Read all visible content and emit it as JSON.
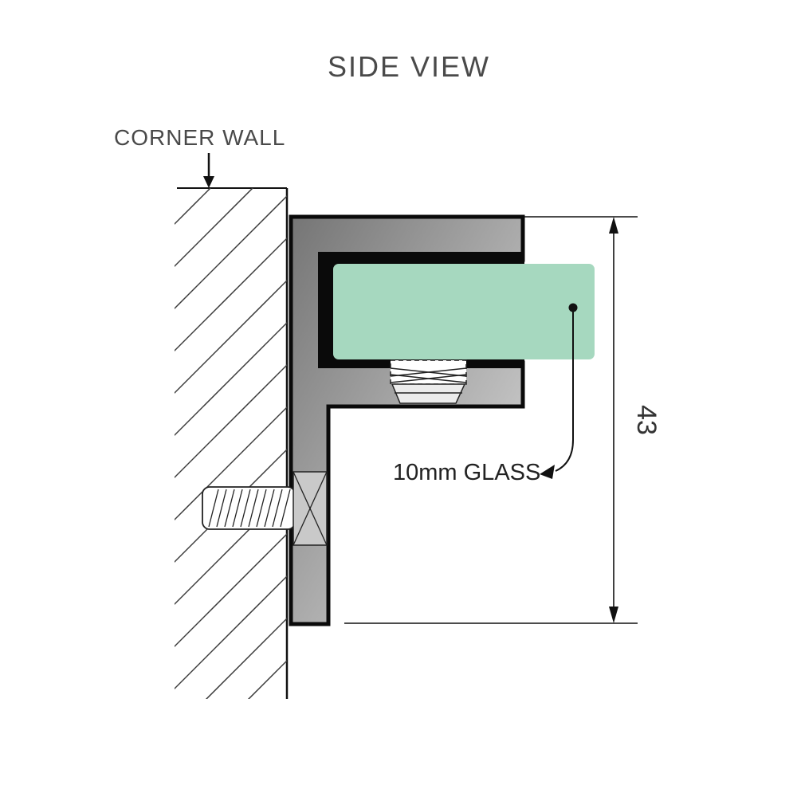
{
  "title": "SIDE VIEW",
  "annotations": {
    "corner_wall_label": "CORNER WALL",
    "glass_label": "10mm GLASS",
    "dimension_value": "43"
  },
  "colors": {
    "glass_fill": "#a6d8bf",
    "bracket_dark": "#757575",
    "bracket_light": "#dedede",
    "slot_fill": "#0a0a0a",
    "line": "#111111",
    "hatch_line": "#3a3a3a",
    "heading_text": "#4a4a4a",
    "annotation_text": "#222222",
    "background": "#ffffff"
  }
}
